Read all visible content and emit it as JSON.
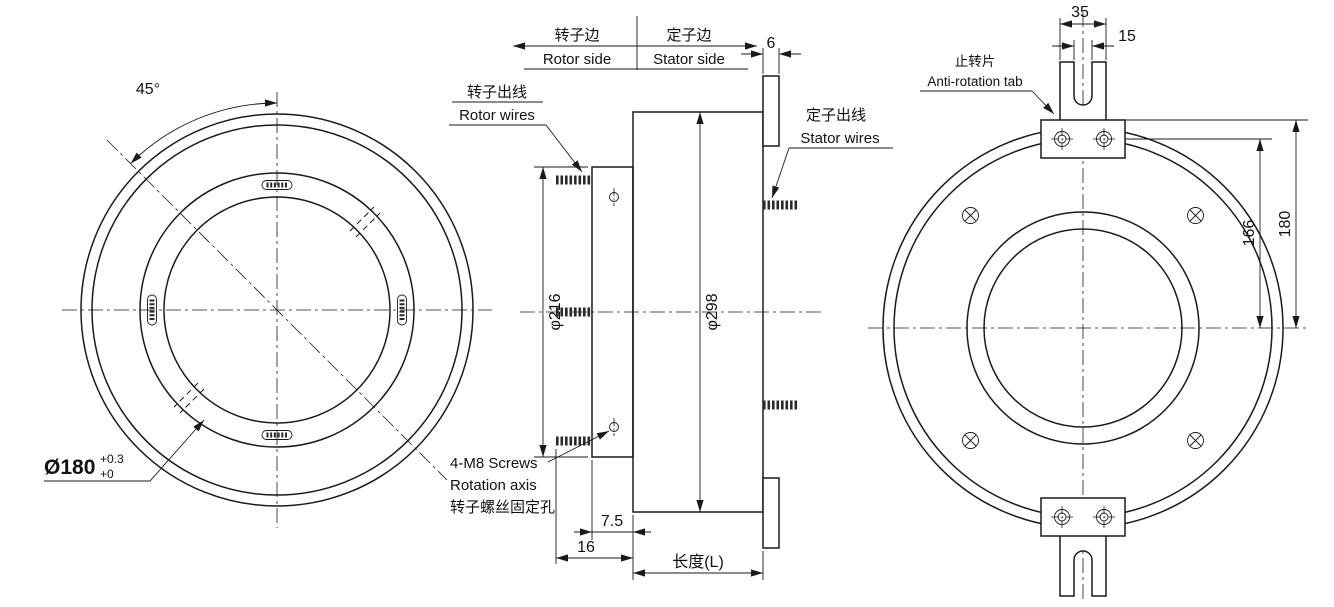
{
  "left_view": {
    "angle_label": "45°",
    "bore_label": "Ø180",
    "bore_tol_upper": "+0.3",
    "bore_tol_lower": "+0"
  },
  "side_view": {
    "rotor_side_cn": "转子边",
    "rotor_side_en": "Rotor side",
    "stator_side_cn": "定子边",
    "stator_side_en": "Stator side",
    "rotor_wires_cn": "转子出线",
    "rotor_wires_en": "Rotor wires",
    "stator_wires_cn": "定子出线",
    "stator_wires_en": "Stator wires",
    "dia_rotor": "φ216",
    "dia_body": "φ298",
    "flange_thickness": "6",
    "dim_7_5": "7.5",
    "dim_16": "16",
    "length_label": "长度(L)",
    "screw_note_en1": "4-M8 Screws",
    "screw_note_en2": "Rotation axis",
    "screw_note_cn": "转子螺丝固定孔"
  },
  "right_view": {
    "tab_cn": "止转片",
    "tab_en": "Anti-rotation tab",
    "tab_width": "35",
    "slot_width": "15",
    "dim_166": "166",
    "dim_180": "180"
  }
}
